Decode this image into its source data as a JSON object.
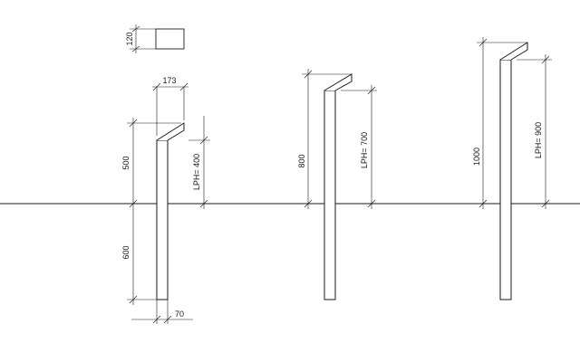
{
  "drawing": {
    "section": {
      "label": "120"
    },
    "post_a": {
      "top_width": "173",
      "height_above": "500",
      "lph": "LPH= 400",
      "depth": "600",
      "post_width": "70"
    },
    "post_b": {
      "height": "800",
      "lph": "LPH= 700"
    },
    "post_c": {
      "height": "1000",
      "lph": "LPH= 900"
    }
  }
}
